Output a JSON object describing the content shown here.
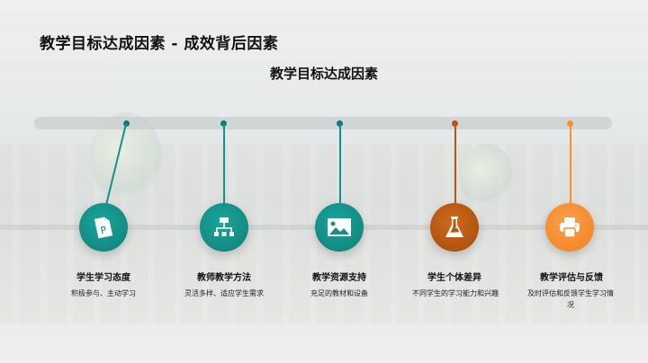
{
  "header": {
    "title": "教学目标达成因素 - 成效背后因素",
    "subtitle": "教学目标达成因素"
  },
  "colors": {
    "teal": "#149089",
    "teal_dark": "#0e7a75",
    "brown": "#b9560e",
    "orange": "#f7902e",
    "track": "#d0d6d7"
  },
  "timeline": {
    "items": [
      {
        "title": "学生学习态度",
        "desc": "积极参与、主动学习",
        "icon": "document-p-icon",
        "color": "#149089"
      },
      {
        "title": "教师教学方法",
        "desc": "灵活多样、适应学生需求",
        "icon": "hierarchy-icon",
        "color": "#149089"
      },
      {
        "title": "教学资源支持",
        "desc": "充足的教材和设备",
        "icon": "image-icon",
        "color": "#149089"
      },
      {
        "title": "学生个体差异",
        "desc": "不同学生的学习能力和兴趣",
        "icon": "flask-icon",
        "color": "#b9560e"
      },
      {
        "title": "教学评估与反馈",
        "desc": "及时评估和反馈学生学习情况",
        "icon": "printer-icon",
        "color": "#f7902e"
      }
    ]
  }
}
